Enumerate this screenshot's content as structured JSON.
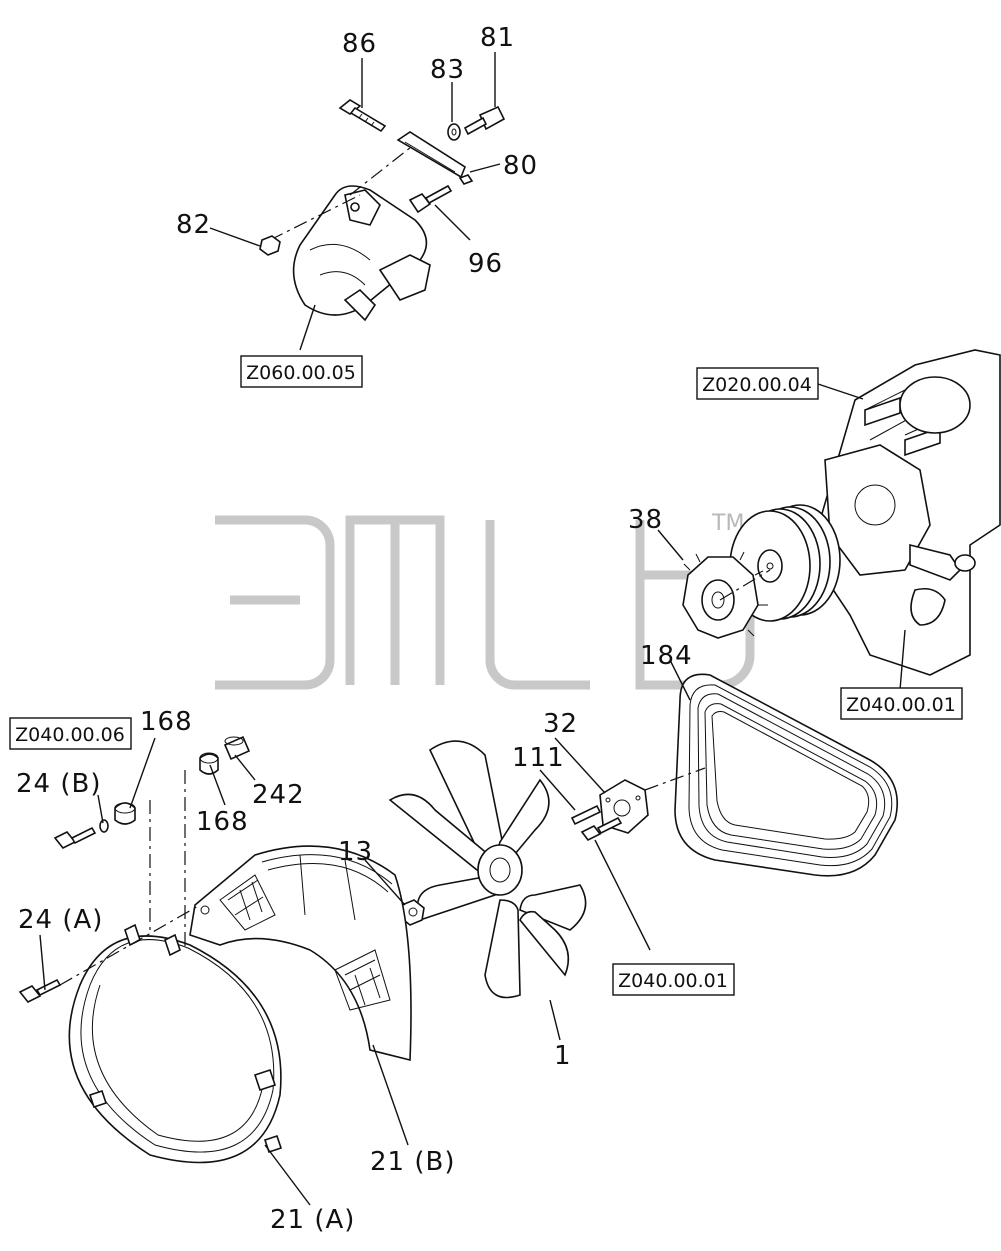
{
  "labels": {
    "p86": "86",
    "p81": "81",
    "p83": "83",
    "p80": "80",
    "p82": "82",
    "p96": "96",
    "p38": "38",
    "p184": "184",
    "p32": "32",
    "p111": "111",
    "p168": "168",
    "p24b": "24 (B)",
    "p242": "242",
    "p13": "13",
    "p24a": "24 (A)",
    "p1": "1",
    "p21b": "21 (B)",
    "p21a": "21 (A)"
  },
  "refs": {
    "z060": "Z060.00.05",
    "z020": "Z020.00.04",
    "z040_01": "Z040.00.01",
    "z040_06": "Z040.00.06"
  },
  "watermark": {
    "tm": "TM"
  }
}
